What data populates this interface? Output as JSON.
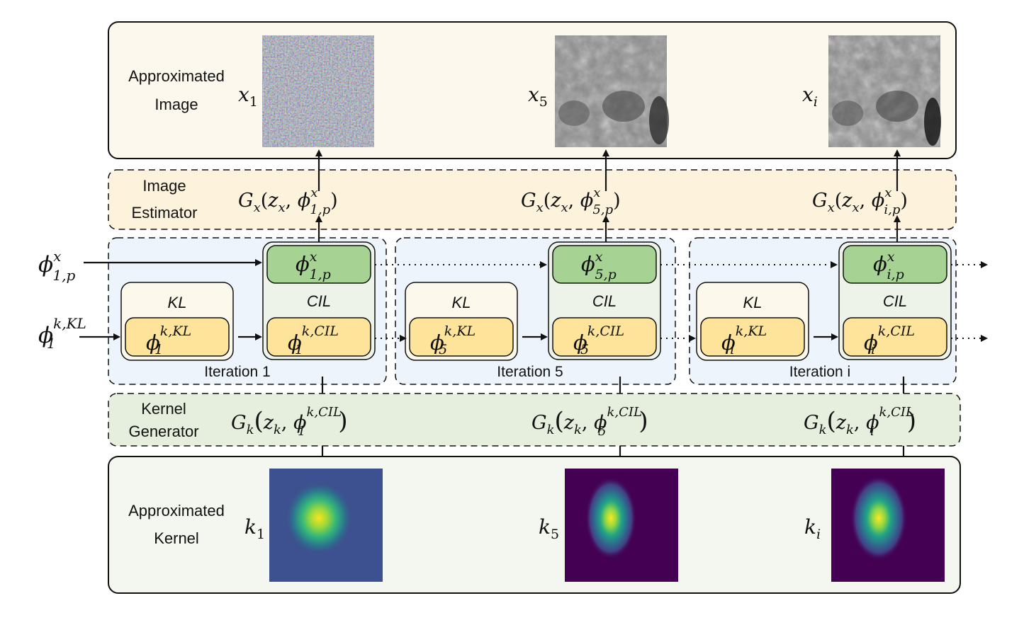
{
  "rows": {
    "image_label_line1": "Approximated",
    "image_label_line2": "Image",
    "estimator_label_line1": "Image",
    "estimator_label_line2": "Estimator",
    "generator_label_line1": "Kernel",
    "generator_label_line2": "Generator",
    "kernel_label_line1": "Approximated",
    "kernel_label_line2": "Kernel"
  },
  "inputs": {
    "phi_x": {
      "base": "ϕ",
      "sup": "x",
      "sub": "1,p"
    },
    "phi_k": {
      "base": "ϕ",
      "sup": "k,KL",
      "sub": "1"
    }
  },
  "iterations": [
    {
      "title": "Iteration 1",
      "kl_title": "KL",
      "cil_title": "CIL",
      "kl_param": {
        "base": "ϕ",
        "sup": "k,KL",
        "sub": "1"
      },
      "cil_param": {
        "base": "ϕ",
        "sup": "k,CIL",
        "sub": "1"
      },
      "phi_x": {
        "base": "ϕ",
        "sup": "x",
        "sub": "1,p"
      },
      "gx": {
        "pre": "G",
        "pre_sub": "x",
        "open": "(",
        "z": "z",
        "z_sub": "x",
        "comma": ", ",
        "base": "ϕ",
        "sup": "x",
        "sub": "1,p",
        "close": ")"
      },
      "gk": {
        "pre": "G",
        "pre_sub": "k",
        "open": "(",
        "z": "z",
        "z_sub": "k",
        "comma": ", ",
        "base": "ϕ",
        "sup": "k,CIL",
        "sub": "1",
        "close": ")"
      },
      "x_label": {
        "base": "x",
        "sub": "1"
      },
      "k_label": {
        "base": "k",
        "sub": "1"
      }
    },
    {
      "title": "Iteration 5",
      "kl_title": "KL",
      "cil_title": "CIL",
      "kl_param": {
        "base": "ϕ",
        "sup": "k,KL",
        "sub": "5"
      },
      "cil_param": {
        "base": "ϕ",
        "sup": "k,CIL",
        "sub": "5"
      },
      "phi_x": {
        "base": "ϕ",
        "sup": "x",
        "sub": "5,p"
      },
      "gx": {
        "pre": "G",
        "pre_sub": "x",
        "open": "(",
        "z": "z",
        "z_sub": "x",
        "comma": ", ",
        "base": "ϕ",
        "sup": "x",
        "sub": "5,p",
        "close": ")"
      },
      "gk": {
        "pre": "G",
        "pre_sub": "k",
        "open": "(",
        "z": "z",
        "z_sub": "k",
        "comma": ", ",
        "base": "ϕ",
        "sup": "k,CIL",
        "sub": "5",
        "close": ")"
      },
      "x_label": {
        "base": "x",
        "sub": "5"
      },
      "k_label": {
        "base": "k",
        "sub": "5"
      }
    },
    {
      "title": "Iteration i",
      "kl_title": "KL",
      "cil_title": "CIL",
      "kl_param": {
        "base": "ϕ",
        "sup": "k,KL",
        "sub": "i"
      },
      "cil_param": {
        "base": "ϕ",
        "sup": "k,CIL",
        "sub": "i"
      },
      "phi_x": {
        "base": "ϕ",
        "sup": "x",
        "sub": "i,p"
      },
      "gx": {
        "pre": "G",
        "pre_sub": "x",
        "open": "(",
        "z": "z",
        "z_sub": "x",
        "comma": ", ",
        "base": "ϕ",
        "sup": "x",
        "sub": "i,p",
        "close": ")"
      },
      "gk": {
        "pre": "G",
        "pre_sub": "k",
        "open": "(",
        "z": "z",
        "z_sub": "k",
        "comma": ", ",
        "base": "ϕ",
        "sup": "k,CIL",
        "sub": "i",
        "close": ")"
      },
      "x_label": {
        "base": "x",
        "sub": "i"
      },
      "k_label": {
        "base": "k",
        "sub": "i"
      }
    }
  ],
  "colors": {
    "image_panel": "#fdf8ee",
    "estimator_band": "#fdf3dc",
    "iteration_bg": "#eef4fb",
    "kl_box": "#fcf8ec",
    "cil_box": "#edf3e8",
    "param_yellow": "#fde49a",
    "param_green": "#a6d394",
    "generator_band": "#e6efdd",
    "kernel_panel": "#f4f7f0"
  }
}
